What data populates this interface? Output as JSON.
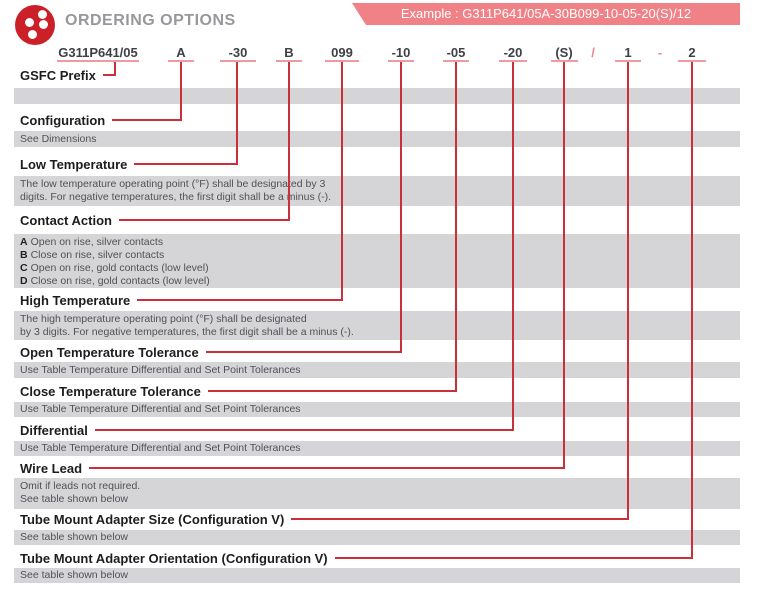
{
  "header": {
    "title": "ORDERING OPTIONS",
    "example": "Example : G311P641/05A-30B099-10-05-20(S)/12"
  },
  "part_code": {
    "tokens": [
      {
        "text": "G311P641/05"
      },
      {
        "text": "A"
      },
      {
        "text": "-30"
      },
      {
        "text": "B"
      },
      {
        "text": "099"
      },
      {
        "text": "-10"
      },
      {
        "text": "-05"
      },
      {
        "text": "-20"
      },
      {
        "text": "(S)"
      },
      {
        "text": "/"
      },
      {
        "text": "1"
      },
      {
        "text": "-"
      },
      {
        "text": "2"
      }
    ]
  },
  "sections": [
    {
      "label": "GSFC Prefix",
      "lines": []
    },
    {
      "label": "Configuration",
      "lines": [
        "See Dimensions"
      ]
    },
    {
      "label": "Low Temperature",
      "lines": [
        "The low temperature operating point (°F) shall be designated by 3",
        "digits. For negative temperatures, the first digit shall be a minus (-)."
      ]
    },
    {
      "label": "Contact Action",
      "options": [
        {
          "key": "A",
          "text": "Open on rise, silver contacts"
        },
        {
          "key": "B",
          "text": "Close on rise, silver contacts"
        },
        {
          "key": "C",
          "text": "Open on rise, gold contacts (low level)"
        },
        {
          "key": "D",
          "text": "Close on rise, gold contacts (low level)"
        }
      ]
    },
    {
      "label": "High Temperature",
      "lines": [
        "The high temperature operating point (°F) shall be designated",
        "by 3 digits. For negative temperatures, the first digit shall be a minus (-)."
      ]
    },
    {
      "label": "Open Temperature Tolerance",
      "lines": [
        "Use Table Temperature Differential and Set Point Tolerances"
      ]
    },
    {
      "label": "Close Temperature Tolerance",
      "lines": [
        "Use Table Temperature Differential and Set Point Tolerances"
      ]
    },
    {
      "label": "Differential",
      "lines": [
        "Use Table Temperature Differential and Set Point Tolerances"
      ]
    },
    {
      "label": "Wire Lead",
      "lines": [
        "Omit if leads not required.",
        "See table shown below"
      ]
    },
    {
      "label": "Tube Mount Adapter Size (Configuration V)",
      "lines": [
        "See table shown below"
      ]
    },
    {
      "label": "Tube Mount Adapter Orientation (Configuration V)",
      "lines": [
        "See table shown below"
      ]
    }
  ],
  "colors": {
    "accent_red": "#c9303a",
    "underline_pink": "#ef99a1",
    "banner_pink": "#f08187",
    "logo_red": "#cb2027",
    "bar_gray": "#d5d5d7",
    "title_gray": "#97989b"
  }
}
